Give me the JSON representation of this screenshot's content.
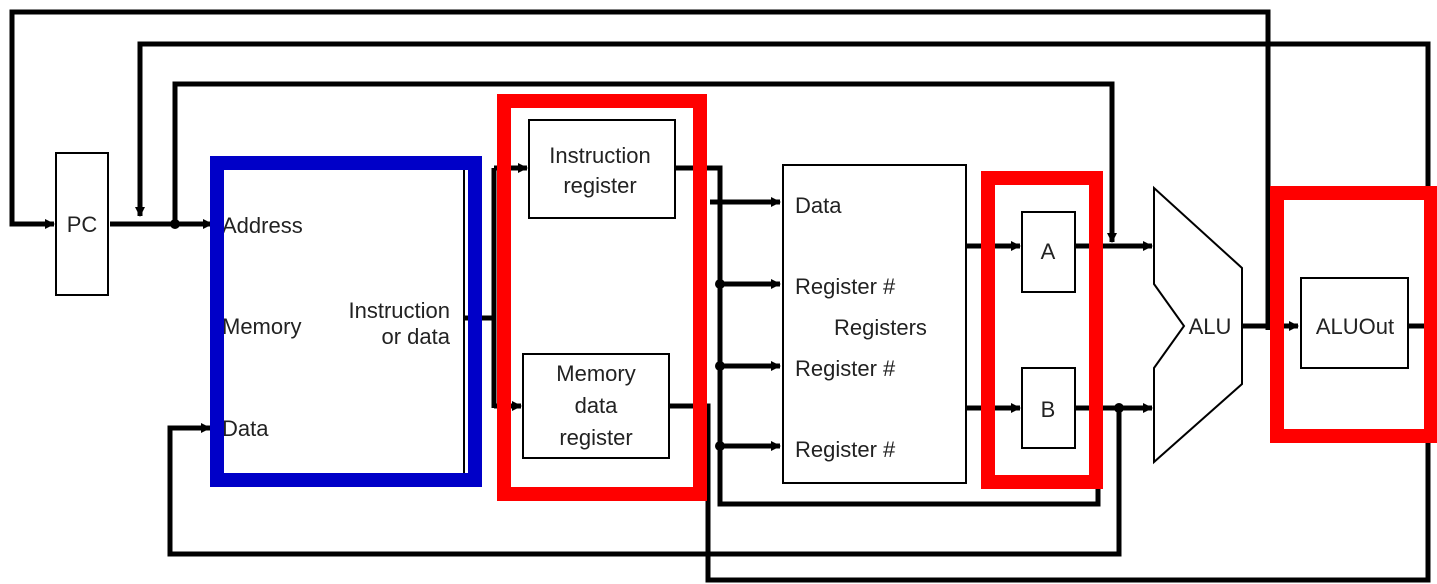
{
  "blocks": {
    "pc": "PC",
    "memory": {
      "address": "Address",
      "name": "Memory",
      "output_line1": "Instruction",
      "output_line2": "or data",
      "data": "Data"
    },
    "instruction_register": {
      "line1": "Instruction",
      "line2": "register"
    },
    "memory_data_register": {
      "line1": "Memory",
      "line2": "data",
      "line3": "register"
    },
    "registers": {
      "data": "Data",
      "reg1": "Register #",
      "name": "Registers",
      "reg2": "Register #",
      "reg3": "Register #"
    },
    "reg_a": "A",
    "reg_b": "B",
    "alu": "ALU",
    "aluout": "ALUOut"
  },
  "highlights": {
    "blue": "#0000c8",
    "red": "#ff0000"
  }
}
